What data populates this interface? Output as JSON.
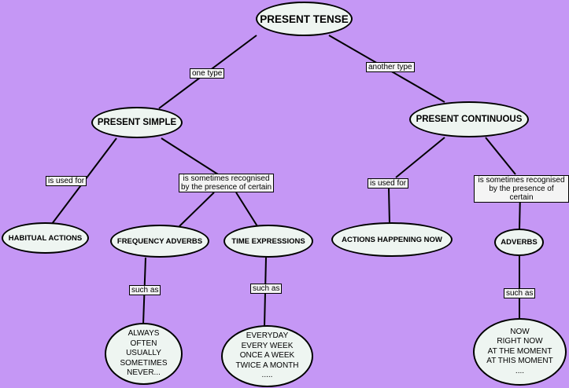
{
  "nodes": {
    "present_tense": "PRESENT TENSE",
    "present_simple": "PRESENT SIMPLE",
    "present_continuous": "PRESENT CONTINUOUS",
    "habitual_actions": "HABITUAL ACTIONS",
    "frequency_adverbs": "FREQUENCY ADVERBS",
    "time_expressions": "TIME EXPRESSIONS",
    "actions_happening_now": "ACTIONS HAPPENING NOW",
    "adverbs": "ADVERBS",
    "freq_examples": [
      "ALWAYS",
      "OFTEN",
      "USUALLY",
      "SOMETIMES",
      "NEVER..."
    ],
    "time_examples": [
      "EVERYDAY",
      "EVERY WEEK",
      "ONCE A WEEK",
      "TWICE A MONTH",
      "....."
    ],
    "adverb_examples": [
      "NOW",
      "RIGHT NOW",
      "AT THE MOMENT",
      "AT THIS MOMENT",
      "...."
    ]
  },
  "links": {
    "one_type": "one type",
    "another_type": "another type",
    "is_used_for_1": "is used for",
    "recognised_1_line1": "is sometimes recognised",
    "recognised_1_line2": "by the presence of certain",
    "is_used_for_2": "is used for",
    "recognised_2_line1": "is sometimes recognised",
    "recognised_2_line2": "by the presence of certain",
    "such_as_1": "such as",
    "such_as_2": "such as",
    "such_as_3": "such as"
  },
  "colors": {
    "background": "#c597f5",
    "node_fill": "#eef5f1",
    "label_fill": "#f4f4f4"
  }
}
